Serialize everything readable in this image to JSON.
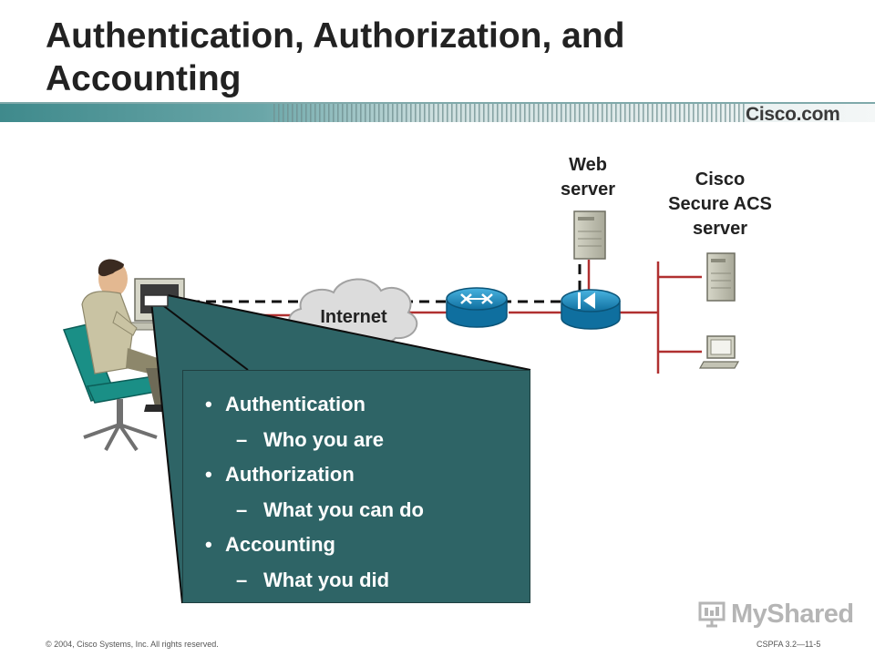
{
  "slide": {
    "title": "Authentication, Authorization, and\nAccounting",
    "brand": "Cisco.com",
    "footer_copyright": "© 2004, Cisco Systems, Inc. All rights reserved.",
    "footer_code": "CSPFA 3.2—11-5",
    "watermark": "MyShared"
  },
  "diagram": {
    "web_server_label": "Web\nserver",
    "acs_server_label": "Cisco\nSecure ACS\nserver",
    "cloud_label": "Internet"
  },
  "callout": {
    "items": [
      {
        "level": 1,
        "marker": "•",
        "text": "Authentication"
      },
      {
        "level": 2,
        "marker": "–",
        "text": "Who you are"
      },
      {
        "level": 1,
        "marker": "•",
        "text": "Authorization"
      },
      {
        "level": 2,
        "marker": "–",
        "text": "What you can do"
      },
      {
        "level": 1,
        "marker": "•",
        "text": "Accounting"
      },
      {
        "level": 2,
        "marker": "–",
        "text": "What you did"
      }
    ]
  },
  "colors": {
    "callout_fill": "#2e6466",
    "device_blue": "#1e8fc0",
    "link_red": "#b03030",
    "band_teal": "#3f8a8c"
  }
}
